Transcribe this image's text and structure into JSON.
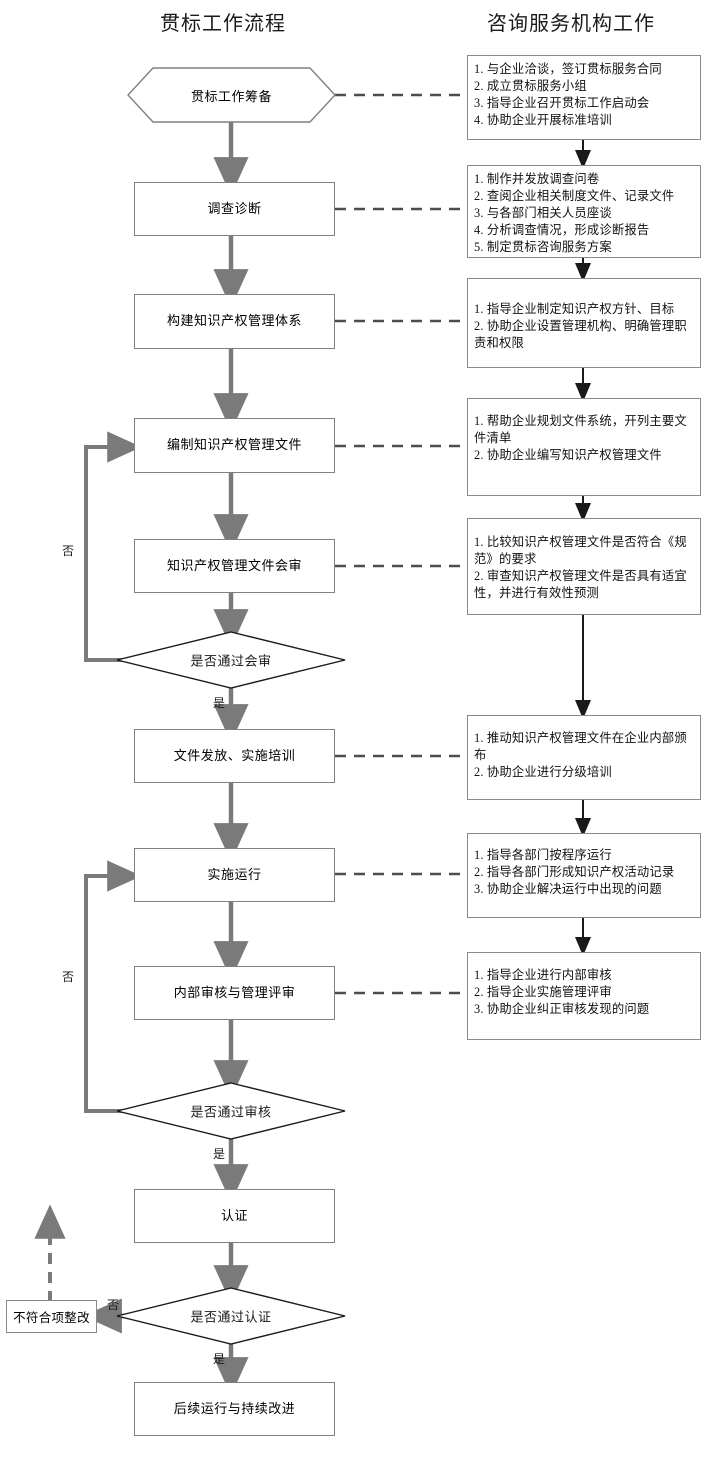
{
  "headings": {
    "left": "贯标工作流程",
    "right": "咨询服务机构工作"
  },
  "process_nodes": [
    {
      "id": "prep",
      "label": "贯标工作筹备",
      "shape": "hexagon"
    },
    {
      "id": "diagnose",
      "label": "调查诊断",
      "shape": "rect"
    },
    {
      "id": "build",
      "label": "构建知识产权管理体系",
      "shape": "rect"
    },
    {
      "id": "compile",
      "label": "编制知识产权管理文件",
      "shape": "rect"
    },
    {
      "id": "review-docs",
      "label": "知识产权管理文件会审",
      "shape": "rect"
    },
    {
      "id": "release",
      "label": "文件发放、实施培训",
      "shape": "rect"
    },
    {
      "id": "operate",
      "label": "实施运行",
      "shape": "rect"
    },
    {
      "id": "audit",
      "label": "内部审核与管理评审",
      "shape": "rect"
    },
    {
      "id": "certify",
      "label": "认证",
      "shape": "rect"
    },
    {
      "id": "followup",
      "label": "后续运行与持续改进",
      "shape": "rect"
    },
    {
      "id": "rectify",
      "label": "不符合项整改",
      "shape": "rect"
    }
  ],
  "decisions": [
    {
      "id": "pass-review",
      "label": "是否通过会审"
    },
    {
      "id": "pass-audit",
      "label": "是否通过审核"
    },
    {
      "id": "pass-certify",
      "label": "是否通过认证"
    }
  ],
  "edge_labels": {
    "yes": "是",
    "no": "否"
  },
  "detail_boxes": [
    {
      "id": "detail-prep",
      "items": [
        "1. 与企业洽谈，签订贯标服务合同",
        "2. 成立贯标服务小组",
        "3. 指导企业召开贯标工作启动会",
        "4. 协助企业开展标准培训"
      ]
    },
    {
      "id": "detail-diagnose",
      "items": [
        "1. 制作并发放调查问卷",
        "2. 查阅企业相关制度文件、记录文件",
        "3. 与各部门相关人员座谈",
        "4. 分析调查情况，形成诊断报告",
        "5. 制定贯标咨询服务方案"
      ]
    },
    {
      "id": "detail-build",
      "items": [
        "1. 指导企业制定知识产权方针、目标",
        "2. 协助企业设置管理机构、明确管理职责和权限"
      ]
    },
    {
      "id": "detail-compile",
      "items": [
        "1. 帮助企业规划文件系统，开列主要文件清单",
        "2. 协助企业编写知识产权管理文件"
      ]
    },
    {
      "id": "detail-review-docs",
      "items": [
        "1. 比较知识产权管理文件是否符合《规范》的要求",
        "2. 审查知识产权管理文件是否具有适宜性，并进行有效性预测"
      ]
    },
    {
      "id": "detail-release",
      "items": [
        "1. 推动知识产权管理文件在企业内部颁布",
        "2. 协助企业进行分级培训"
      ]
    },
    {
      "id": "detail-operate",
      "items": [
        "1. 指导各部门按程序运行",
        "2. 指导各部门形成知识产权活动记录",
        "3. 协助企业解决运行中出现的问题"
      ]
    },
    {
      "id": "detail-audit",
      "items": [
        "1. 指导企业进行内部审核",
        "2. 指导企业实施管理评审",
        "3. 协助企业纠正审核发现的问题"
      ]
    }
  ],
  "colors": {
    "flow_arrow": "#7a7a7a",
    "thin_arrow": "#1a1a1a",
    "box_border": "#808080",
    "text": "#111111",
    "background": "#ffffff"
  }
}
